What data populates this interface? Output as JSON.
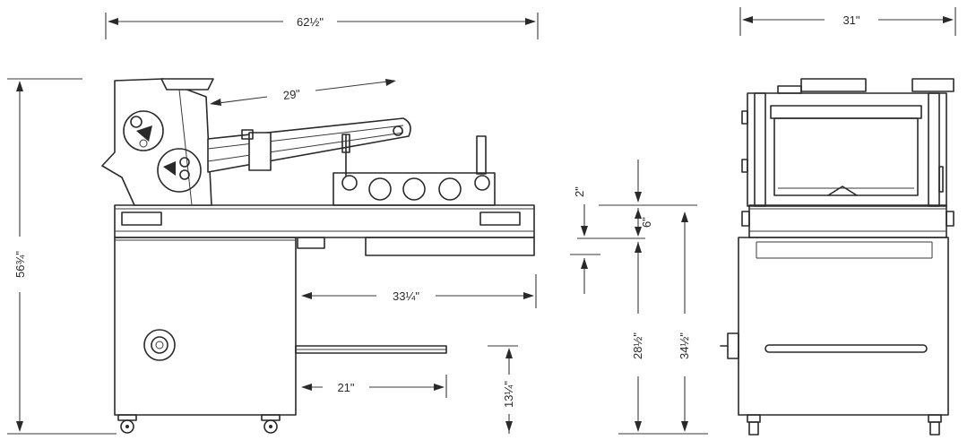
{
  "drawing": {
    "style": "technical line drawing",
    "line_color": "#2a2a2a",
    "background": "#ffffff",
    "dimensions": {
      "overall_length": "62½\"",
      "overall_width": "31\"",
      "overall_height": "56¾\"",
      "conveyor_length": "29\"",
      "table_thickness": "6\"",
      "top_offset": "2\"",
      "table_height": "28½\"",
      "top_height": "34½\"",
      "upper_shelf_length": "33¼\"",
      "lower_shelf_length": "21\"",
      "lower_shelf_height": "13¼\""
    }
  }
}
